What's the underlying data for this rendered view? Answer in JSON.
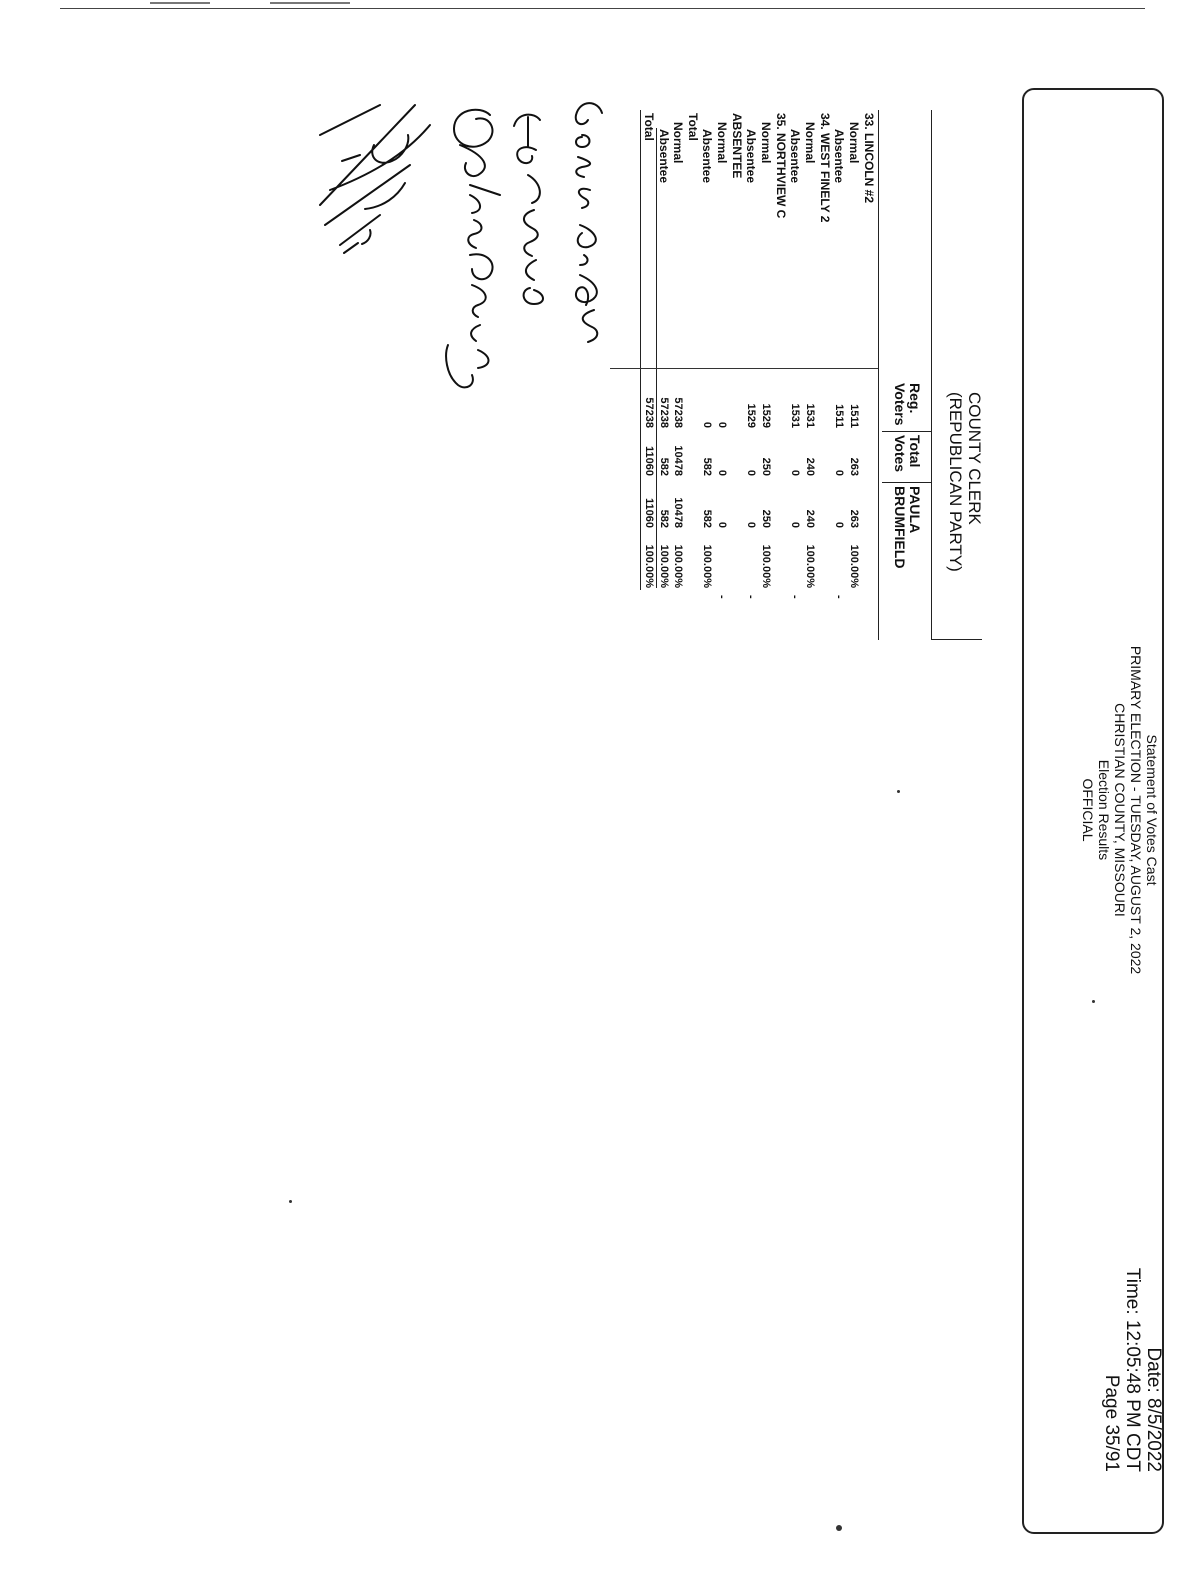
{
  "header": {
    "title": "Statement of Votes Cast",
    "election": "PRIMARY ELECTION - TUESDAY, AUGUST 2, 2022",
    "county": "CHRISTIAN COUNTY, MISSOURI",
    "results_label": "Election Results",
    "status": "OFFICIAL",
    "date": "Date: 8/5/2022",
    "time": "Time: 12:05:48 PM CDT",
    "page": "Page 35/91"
  },
  "contest": {
    "name": "COUNTY CLERK",
    "party": "(REPUBLICAN PARTY)"
  },
  "columns": {
    "reg_line1": "Reg.",
    "reg_line2": "Voters",
    "total_line1": "Total",
    "total_line2": "Votes",
    "candidate_line1": "PAULA",
    "candidate_line2": "BRUMFIELD"
  },
  "rows": [
    {
      "label": "33. LINCOLN #2",
      "reg": "",
      "total": "",
      "cand": "",
      "pct": "",
      "dash": ""
    },
    {
      "label": "Normal",
      "reg": "1511",
      "total": "263",
      "cand": "263",
      "pct": "100.00%",
      "dash": ""
    },
    {
      "label": "Absentee",
      "reg": "1511",
      "total": "0",
      "cand": "0",
      "pct": "",
      "dash": "-"
    },
    {
      "label": "34. WEST FINELY 2",
      "reg": "",
      "total": "",
      "cand": "",
      "pct": "",
      "dash": ""
    },
    {
      "label": "Normal",
      "reg": "1531",
      "total": "240",
      "cand": "240",
      "pct": "100.00%",
      "dash": ""
    },
    {
      "label": "Absentee",
      "reg": "1531",
      "total": "0",
      "cand": "0",
      "pct": "",
      "dash": "-"
    },
    {
      "label": "35. NORTHVIEW C",
      "reg": "",
      "total": "",
      "cand": "",
      "pct": "",
      "dash": ""
    },
    {
      "label": "Normal",
      "reg": "1529",
      "total": "250",
      "cand": "250",
      "pct": "100.00%",
      "dash": ""
    },
    {
      "label": "Absentee",
      "reg": "1529",
      "total": "0",
      "cand": "0",
      "pct": "",
      "dash": "-"
    },
    {
      "label": "ABSENTEE",
      "reg": "",
      "total": "",
      "cand": "",
      "pct": "",
      "dash": ""
    },
    {
      "label": "Normal",
      "reg": "0",
      "total": "0",
      "cand": "0",
      "pct": "",
      "dash": "-"
    },
    {
      "label": "Absentee",
      "reg": "0",
      "total": "582",
      "cand": "582",
      "pct": "100.00%",
      "dash": ""
    },
    {
      "label": "Total",
      "reg": "",
      "total": "",
      "cand": "",
      "pct": "",
      "dash": ""
    },
    {
      "label": "Normal",
      "reg": "57238",
      "total": "10478",
      "cand": "10478",
      "pct": "100.00%",
      "dash": ""
    },
    {
      "label": "Absentee",
      "reg": "57238",
      "total": "582",
      "cand": "582",
      "pct": "100.00%",
      "dash": ""
    },
    {
      "label": "Total",
      "reg": "57238",
      "total": "11060",
      "cand": "11060",
      "pct": "100.00%",
      "dash": ""
    }
  ],
  "signatures": [
    "Carla Ermich",
    "Joe Renne",
    "Robert Gohee",
    "illegible signature"
  ]
}
